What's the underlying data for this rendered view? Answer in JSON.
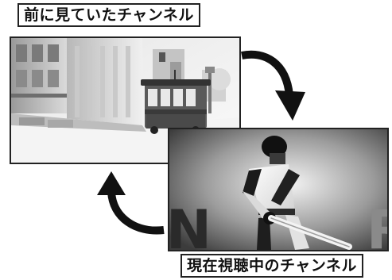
{
  "labels": {
    "previous_channel": "前に見ていたチャンネル",
    "current_channel": "現在視聴中のチャンネル"
  },
  "icons": {
    "forward_arrow": "curved-arrow-down-right",
    "return_arrow": "curved-arrow-up-left"
  },
  "colors": {
    "border": "#222222",
    "arrow": "#111111"
  }
}
